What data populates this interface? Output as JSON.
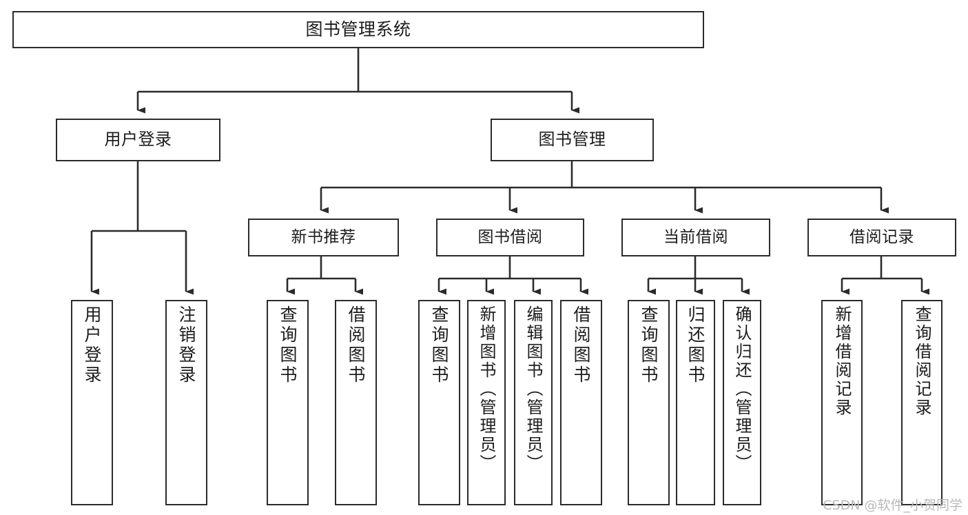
{
  "diagram": {
    "type": "tree",
    "title": "图书管理系统",
    "colors": {
      "box_border": "#2b2b2b",
      "box_fill": "#ffffff",
      "connector": "#2b2b2b",
      "text": "#1c1c1c",
      "watermark": "#b9b9b9",
      "background": "#ffffff"
    },
    "root": {
      "label": "图书管理系统"
    },
    "level2": [
      {
        "label": "用户登录"
      },
      {
        "label": "图书管理"
      }
    ],
    "level3": [
      {
        "label": "新书推荐"
      },
      {
        "label": "图书借阅"
      },
      {
        "label": "当前借阅"
      },
      {
        "label": "借阅记录"
      }
    ],
    "leaves": {
      "user_login": [
        {
          "label": "用户登录"
        },
        {
          "label": "注销登录"
        }
      ],
      "new_book_recommend": [
        {
          "label": "查询图书"
        },
        {
          "label": "借阅图书"
        }
      ],
      "book_borrow": [
        {
          "label": "查询图书"
        },
        {
          "label": "新增图书（管理员）"
        },
        {
          "label": "编辑图书（管理员）"
        },
        {
          "label": "借阅图书"
        }
      ],
      "current_borrow": [
        {
          "label": "查询图书"
        },
        {
          "label": "归还图书"
        },
        {
          "label": "确认归还（管理员）"
        }
      ],
      "borrow_record": [
        {
          "label": "新增借阅记录"
        },
        {
          "label": "查询借阅记录"
        }
      ]
    }
  },
  "watermark": {
    "text": "CSDN @软件_小贺同学"
  }
}
